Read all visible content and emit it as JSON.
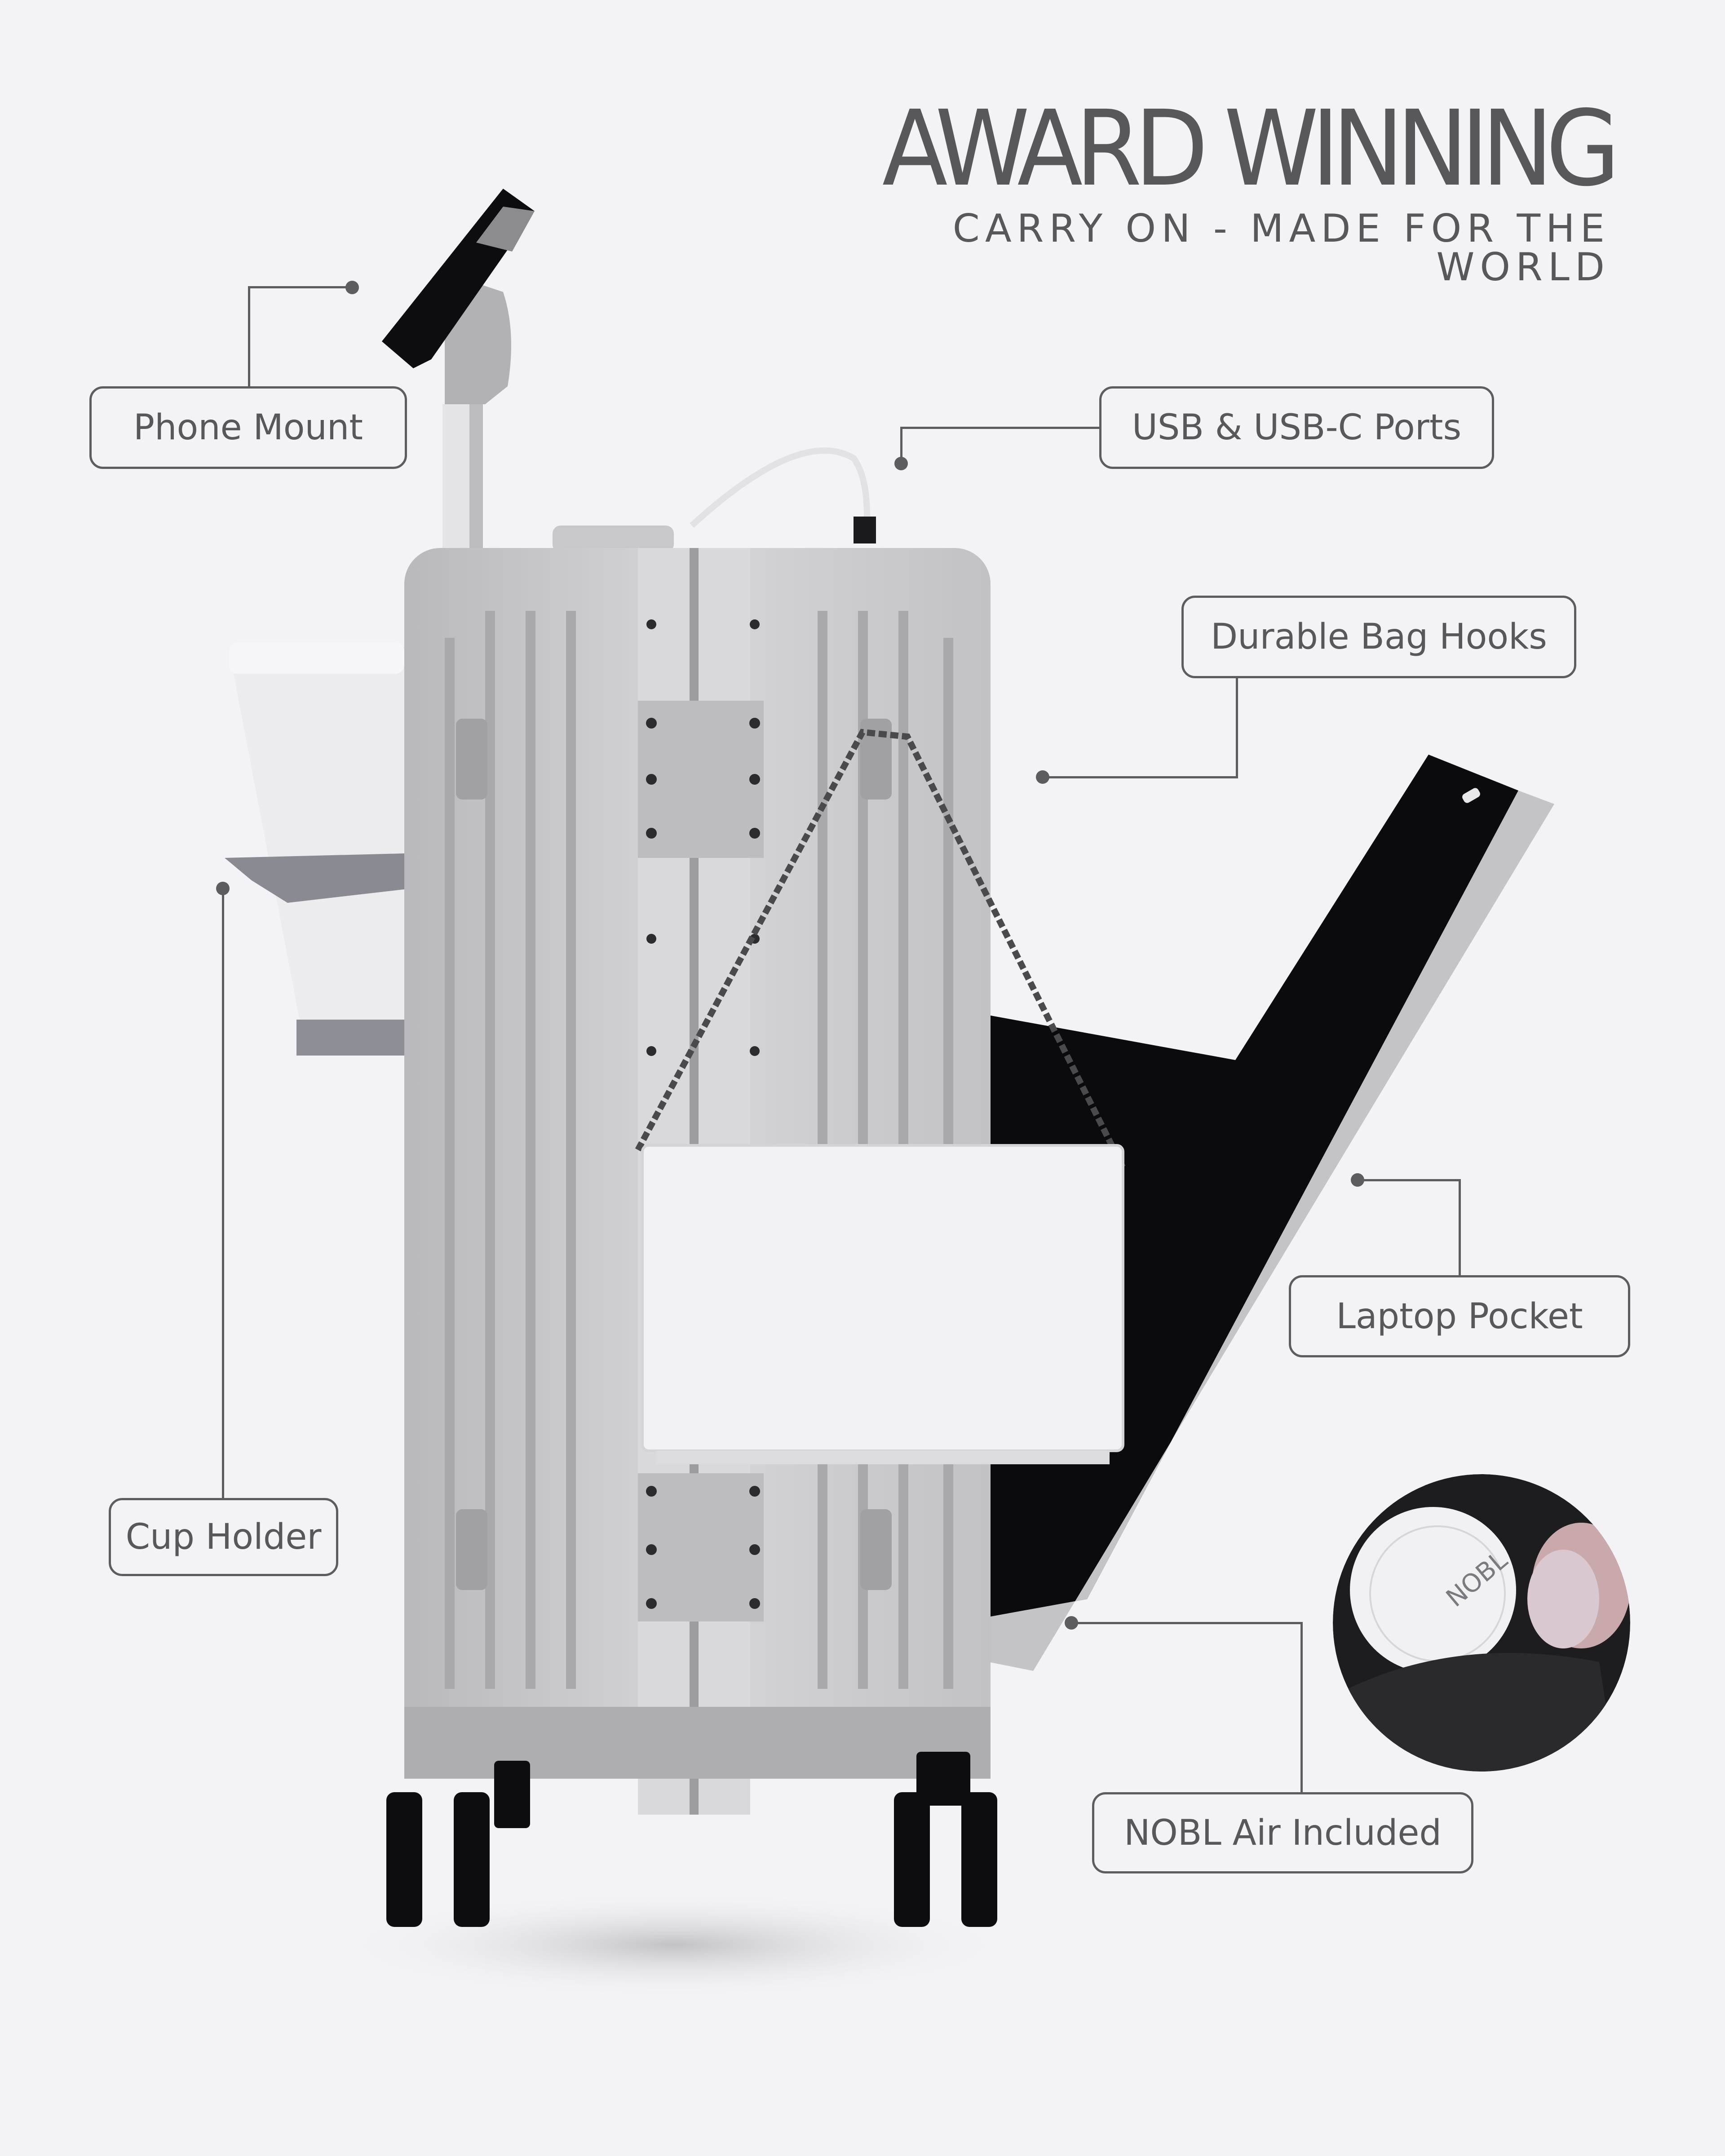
{
  "header": {
    "title": "AWARD WINNING",
    "subtitle": "CARRY ON - MADE FOR THE WORLD"
  },
  "callouts": [
    {
      "id": "phone-mount",
      "label": "Phone Mount"
    },
    {
      "id": "usb-ports",
      "label": "USB & USB-C Ports"
    },
    {
      "id": "bag-hooks",
      "label": "Durable Bag Hooks"
    },
    {
      "id": "laptop-pocket",
      "label": "Laptop Pocket"
    },
    {
      "id": "cup-holder",
      "label": "Cup Holder"
    },
    {
      "id": "nobl-air",
      "label": "NOBL Air Included"
    }
  ],
  "inset": {
    "tracker_brand": "NOBL"
  },
  "colors": {
    "background": "#f3f3f7",
    "text": "#58585c",
    "leader": "#5d5d61",
    "shell": "#c9c9cc",
    "black": "#0b0b0d"
  }
}
